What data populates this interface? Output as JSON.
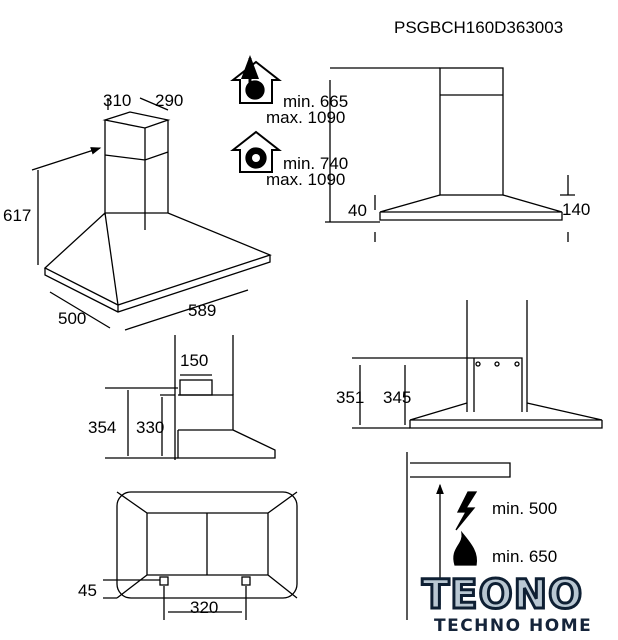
{
  "model_code": "PSGBCH160D363003",
  "iso_view": {
    "chimney_width": "310",
    "chimney_depth": "290",
    "height": "617",
    "depth": "500",
    "width": "589"
  },
  "ventilation": {
    "extraction": {
      "icon": "house-extraction-icon",
      "min": "min. 665",
      "max": "max. 1090"
    },
    "recirculation": {
      "icon": "house-recirculation-icon",
      "min": "min. 740",
      "max": "max. 1090"
    }
  },
  "front_view": {
    "canopy_edge": "40",
    "canopy_height": "140"
  },
  "side_view": {
    "outlet_width": "150",
    "total": "354",
    "inner": "330"
  },
  "bracket_view": {
    "total": "351",
    "inner": "345"
  },
  "top_view": {
    "offset": "45",
    "spacing": "320"
  },
  "clearance": {
    "electric": {
      "icon": "lightning-icon",
      "label": "min. 500"
    },
    "gas": {
      "icon": "flame-icon",
      "label": "min. 650"
    }
  },
  "logo": {
    "name": "TEONO",
    "tagline": "TECHNO HOME",
    "colors": {
      "dark": "#0e1f33",
      "light": "#b9c7d2",
      "accent": "#3aa0d8"
    }
  }
}
